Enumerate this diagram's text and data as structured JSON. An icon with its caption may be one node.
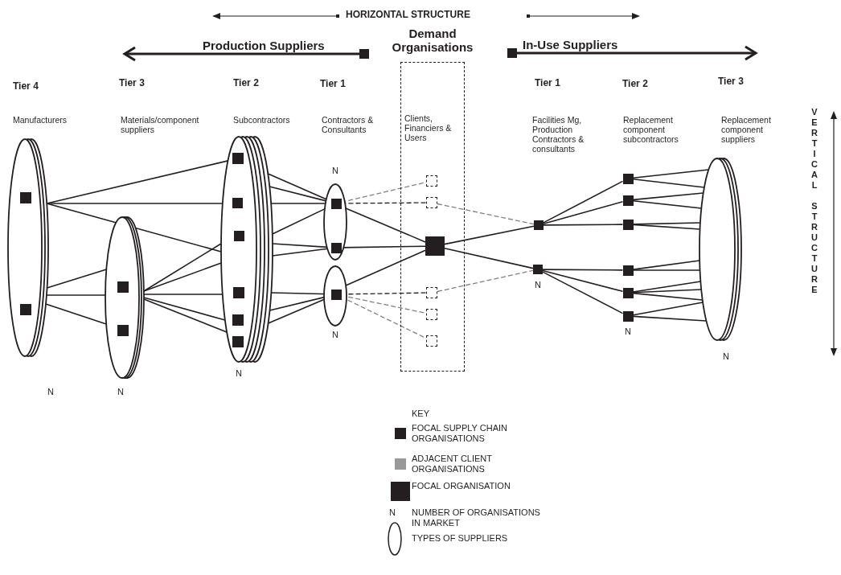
{
  "diagram": {
    "nodes": [
      {
        "text": [],
        "shape": "ellipse",
        "beside": [
          "N"
        ]
      },
      {
        "text": [],
        "shape": "box",
        "in": 0
      },
      {
        "text": [],
        "shape": "box",
        "in": 0
      },
      {
        "text": [],
        "shape": "ellipse",
        "beside": [
          "N"
        ]
      },
      {
        "text": [],
        "shape": "box",
        "in": 3
      },
      {
        "text": [],
        "shape": "box",
        "in": 3
      },
      {
        "text": [],
        "shape": "ellipse",
        "beside": [
          "N"
        ]
      },
      {
        "text": [],
        "shape": "box",
        "in": 6
      },
      {
        "text": [],
        "shape": "box",
        "in": 6
      },
      {
        "text": [],
        "shape": "box",
        "in": 6
      },
      {
        "text": [],
        "shape": "box",
        "in": 6
      },
      {
        "text": [],
        "shape": "box",
        "in": 6
      },
      {
        "text": [],
        "shape": "box",
        "in": 6
      },
      {
        "text": [],
        "shape": "ellipse",
        "beside": [
          "N"
        ]
      },
      {
        "text": [],
        "shape": "box",
        "in": 13
      },
      {
        "text": [],
        "shape": "box",
        "in": 13
      },
      {
        "text": [],
        "shape": "ellipse",
        "beside": [
          "N"
        ]
      },
      {
        "text": [],
        "shape": "box",
        "in": 16
      },
      {
        "text": [
          "Demand Organisations",
          "Clients, Financiers & Users"
        ]
      },
      {
        "text": [],
        "shape": "box",
        "in": 18
      },
      {
        "text": [],
        "shape": "box",
        "in": 18
      },
      {
        "text": [],
        "shape": "box",
        "in": 18
      },
      {
        "text": [],
        "shape": "box",
        "in": 18
      },
      {
        "text": [],
        "shape": "box",
        "in": 18
      },
      {
        "text": [],
        "shape": "box",
        "in": 18
      },
      {
        "text": [],
        "shape": "box"
      },
      {
        "text": [],
        "shape": "box",
        "beside": [
          "N"
        ]
      },
      {
        "text": [],
        "shape": "box"
      },
      {
        "text": [],
        "shape": "box"
      },
      {
        "text": [],
        "shape": "box"
      },
      {
        "text": [],
        "shape": "box"
      },
      {
        "text": [],
        "shape": "box"
      },
      {
        "text": [],
        "shape": "box",
        "beside": [
          "N"
        ]
      },
      {
        "text": [],
        "shape": "ellipse",
        "beside": [
          "N"
        ]
      }
    ],
    "edges": [
      {
        "from": 0,
        "to": 7,
        "arrow": "none"
      },
      {
        "from": 0,
        "to": 6,
        "arrow": "none"
      },
      {
        "from": 0,
        "to": 6,
        "arrow": "none"
      },
      {
        "from": 0,
        "to": 3,
        "arrow": "none"
      },
      {
        "from": 0,
        "to": 3,
        "arrow": "none"
      },
      {
        "from": 0,
        "to": 3,
        "arrow": "none"
      },
      {
        "from": 3,
        "to": 6,
        "arrow": "none"
      },
      {
        "from": 3,
        "to": 6,
        "arrow": "none"
      },
      {
        "from": 3,
        "to": 6,
        "arrow": "none"
      },
      {
        "from": 3,
        "to": 6,
        "arrow": "none"
      },
      {
        "from": 3,
        "to": 6,
        "arrow": "none"
      },
      {
        "from": 6,
        "to": 14,
        "arrow": "none"
      },
      {
        "from": 6,
        "to": 14,
        "arrow": "none"
      },
      {
        "from": 6,
        "to": 14,
        "arrow": "none"
      },
      {
        "from": 6,
        "to": 14,
        "arrow": "none"
      },
      {
        "from": 6,
        "to": 15,
        "arrow": "none"
      },
      {
        "from": 6,
        "to": 15,
        "arrow": "none"
      },
      {
        "from": 6,
        "to": 17,
        "arrow": "none"
      },
      {
        "from": 6,
        "to": 17,
        "arrow": "none"
      },
      {
        "from": 6,
        "to": 17,
        "arrow": "none"
      },
      {
        "from": 14,
        "to": 19,
        "arrow": "none",
        "style": "dashed",
        "color": "#808080"
      },
      {
        "from": 14,
        "to": 20,
        "arrow": "none",
        "style": "dashed"
      },
      {
        "from": 13,
        "to": 21,
        "arrow": "none"
      },
      {
        "from": 15,
        "to": 21,
        "arrow": "none"
      },
      {
        "from": 16,
        "to": 21,
        "arrow": "none"
      },
      {
        "from": 17,
        "to": 22,
        "arrow": "none",
        "style": "dashed"
      },
      {
        "from": 17,
        "to": 23,
        "arrow": "none",
        "style": "dashed",
        "color": "#808080"
      },
      {
        "from": 17,
        "to": 24,
        "arrow": "none",
        "style": "dashed",
        "color": "#808080"
      },
      {
        "from": 20,
        "to": 25,
        "arrow": "none",
        "style": "dashed",
        "color": "#808080"
      },
      {
        "from": 22,
        "to": 26,
        "arrow": "none",
        "style": "dashed",
        "color": "#808080"
      },
      {
        "from": 21,
        "to": 25,
        "arrow": "none"
      },
      {
        "from": 21,
        "to": 26,
        "arrow": "none"
      },
      {
        "from": 25,
        "to": 27,
        "arrow": "none"
      },
      {
        "from": 25,
        "to": 28,
        "arrow": "none"
      },
      {
        "from": 25,
        "to": 29,
        "arrow": "none"
      },
      {
        "from": 26,
        "to": 30,
        "arrow": "none"
      },
      {
        "from": 26,
        "to": 31,
        "arrow": "none"
      },
      {
        "from": 26,
        "to": 32,
        "arrow": "none"
      },
      {
        "from": 27,
        "to": 33,
        "arrow": "none"
      },
      {
        "from": 27,
        "to": 33,
        "arrow": "none"
      },
      {
        "from": 28,
        "to": 33,
        "arrow": "none"
      },
      {
        "from": 28,
        "to": 33,
        "arrow": "none"
      },
      {
        "from": 29,
        "to": 33,
        "arrow": "none"
      },
      {
        "from": 29,
        "to": 33,
        "arrow": "none"
      },
      {
        "from": 30,
        "to": 33,
        "arrow": "none"
      },
      {
        "from": 30,
        "to": 33,
        "arrow": "none"
      },
      {
        "from": 31,
        "to": 33,
        "arrow": "none"
      },
      {
        "from": 31,
        "to": 33,
        "arrow": "none"
      },
      {
        "from": 31,
        "to": 33,
        "arrow": "none"
      },
      {
        "from": 32,
        "to": 33,
        "arrow": "none"
      },
      {
        "from": 32,
        "to": 33,
        "arrow": "none"
      }
    ],
    "labels": [
      "HORIZONTAL STRUCTURE",
      "Production Suppliers",
      "In-Use Suppliers",
      "Tier 4",
      "Tier 3",
      "Tier 2",
      "Tier 1",
      "Tier 1",
      "Tier 2",
      "Tier 3",
      "Manufacturers",
      "Materials/component suppliers",
      "Subcontractors",
      "Contractors & Consultants",
      "Facilities Mg, Production Contractors & consultants",
      "Replacement component subcontractors",
      "Replacement component suppliers",
      "VERTICAL STRUCTURE",
      "KEY",
      "N"
    ],
    "legend": [
      {
        "text": "FOCAL SUPPLY CHAIN ORGANISATIONS",
        "color": "#231f20"
      },
      {
        "text": "ADJACENT CLIENT ORGANISATIONS",
        "color": "#999999"
      },
      {
        "text": "FOCAL ORGANISATION",
        "color": "#231f20"
      },
      {
        "text": "NUMBER OF ORGANISATIONS IN MARKET"
      },
      {
        "text": "TYPES OF SUPPLIERS"
      }
    ]
  }
}
